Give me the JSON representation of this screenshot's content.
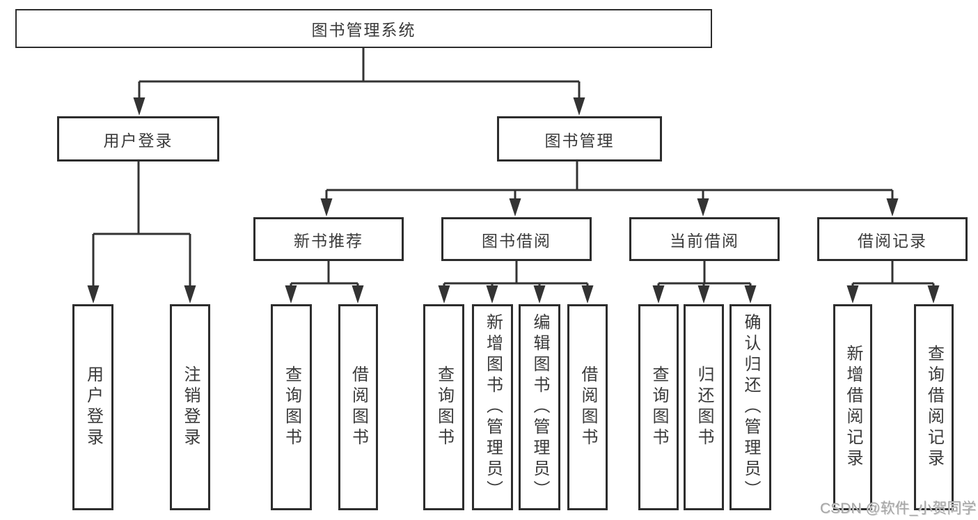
{
  "diagram": {
    "root": {
      "label": "图书管理系统"
    },
    "level2": [
      {
        "label": "用户登录"
      },
      {
        "label": "图书管理"
      }
    ],
    "level3": [
      {
        "label": "新书推荐"
      },
      {
        "label": "图书借阅"
      },
      {
        "label": "当前借阅"
      },
      {
        "label": "借阅记录"
      }
    ],
    "leaves": {
      "user_login": [
        "用户登录",
        "注销登录"
      ],
      "new_books": [
        "查询图书",
        "借阅图书"
      ],
      "book_borrow": [
        "查询图书",
        "新增图书（管理员）",
        "编辑图书（管理员）",
        "借阅图书"
      ],
      "current_borrow": [
        "查询图书",
        "归还图书",
        "确认归还（管理员）"
      ],
      "borrow_records": [
        "新增借阅记录",
        "查询借阅记录"
      ]
    }
  },
  "watermark": {
    "text": "CSDN @软件_小贺同学"
  },
  "colors": {
    "line": "#333333",
    "box_border": "#2d2d2d",
    "text": "#3a3a3a",
    "watermark": "#a6a6a6",
    "background": "#ffffff"
  }
}
